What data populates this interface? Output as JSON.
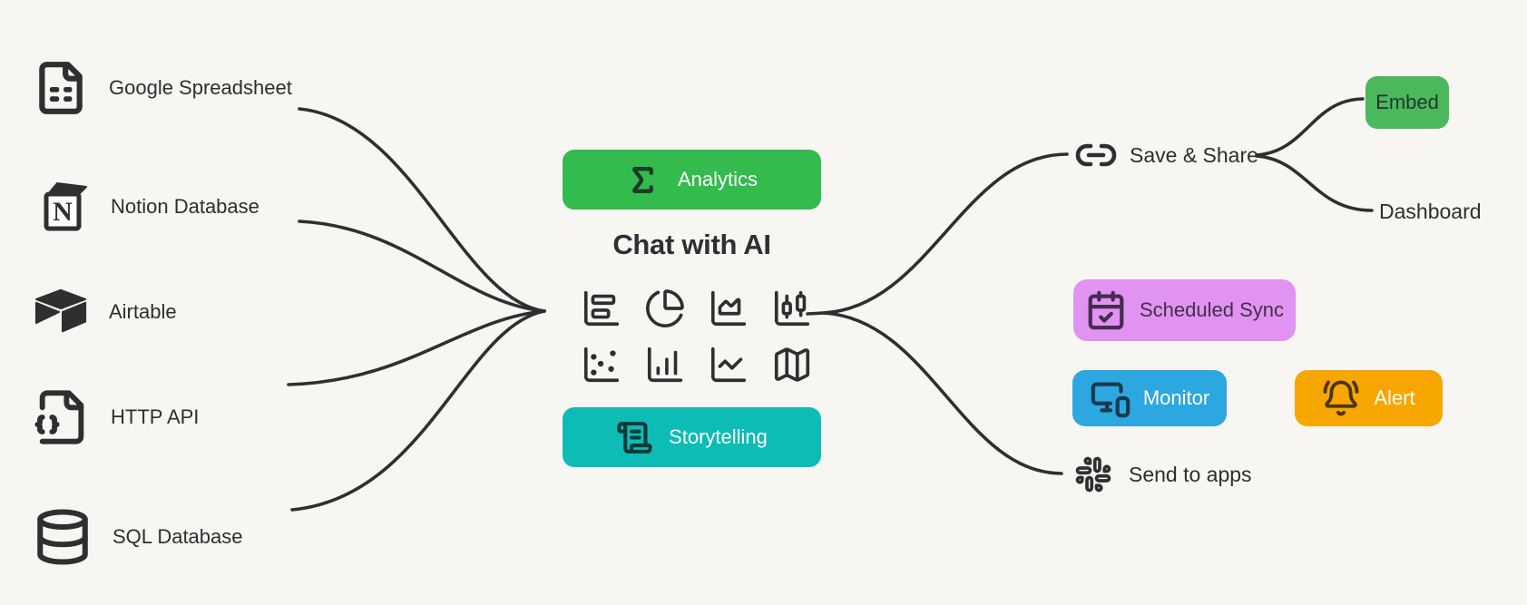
{
  "diagram": {
    "title": "Chat with AI"
  },
  "sources": [
    {
      "label": "Google Spreadsheet",
      "icon": "spreadsheet-file-icon"
    },
    {
      "label": "Notion Database",
      "icon": "notion-cube-icon"
    },
    {
      "label": "Airtable",
      "icon": "airtable-icon"
    },
    {
      "label": "HTTP API",
      "icon": "json-file-icon"
    },
    {
      "label": "SQL Database",
      "icon": "database-icon"
    }
  ],
  "center": {
    "analytics_badge": "Analytics",
    "storytelling_badge": "Storytelling",
    "chart_icon_names": [
      "horizontal-bar-chart",
      "pie-chart",
      "area-chart",
      "candlestick-chart",
      "scatter-plot",
      "column-chart",
      "line-chart",
      "map"
    ]
  },
  "outputs": {
    "save_share_label": "Save & Share",
    "embed_label": "Embed",
    "dashboard_label": "Dashboard",
    "scheduled_sync_label": "Scheduled Sync",
    "monitor_label": "Monitor",
    "alert_label": "Alert",
    "send_to_apps_label": "Send to apps"
  },
  "colors": {
    "bg": "#f7f6f3",
    "ink": "#2e2e2e",
    "line": "#2f2f2f",
    "analytics-green": "#33bb4e",
    "embed-green": "#4cb85e",
    "storytelling-teal": "#0cbcb5",
    "sync-purple": "#e193f1",
    "monitor-blue": "#2da7e0",
    "alert-orange": "#f7a700"
  }
}
